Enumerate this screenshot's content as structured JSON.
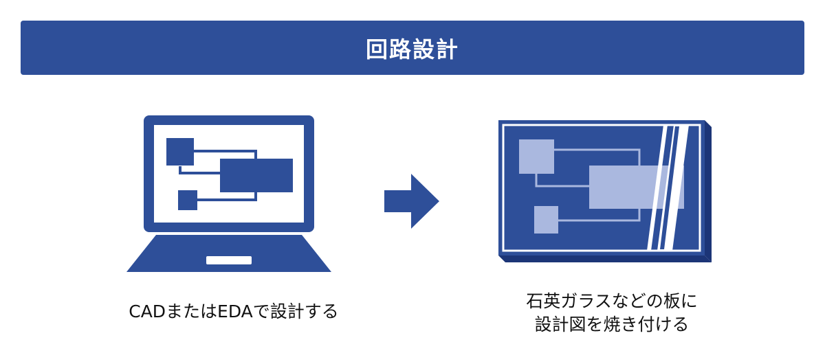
{
  "header": {
    "title": "回路設計"
  },
  "steps": [
    {
      "illustration": "laptop-cad-icon",
      "caption": "CADまたはEDAで設計する"
    },
    {
      "illustration": "quartz-glass-plate-icon",
      "caption_line1": "石英ガラスなどの板に",
      "caption_line2": "設計図を焼き付ける"
    }
  ],
  "connector": "right-arrow-icon",
  "colors": {
    "primary": "#2e4f99",
    "primary_dark": "#1c3577",
    "light": "#aab8df",
    "background": "#ffffff"
  }
}
